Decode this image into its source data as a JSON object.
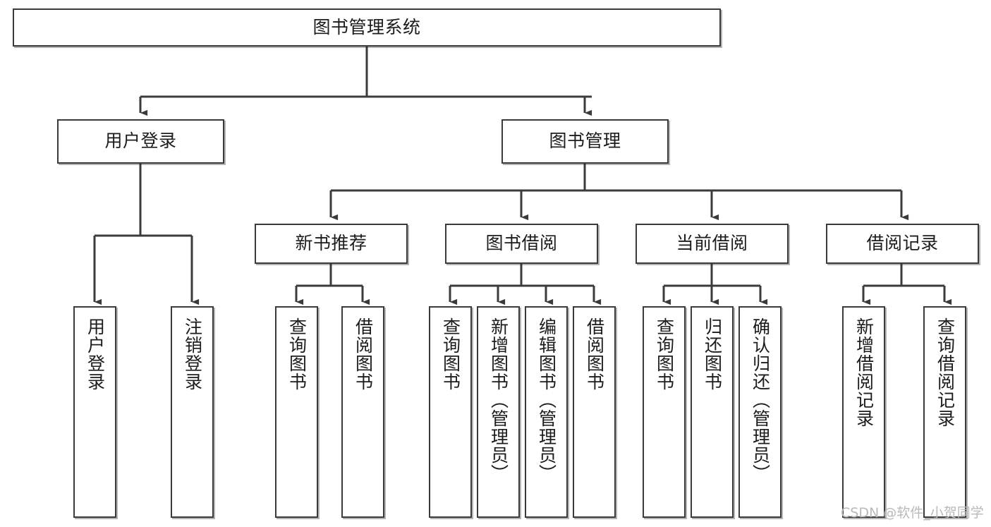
{
  "diagram": {
    "title": "图书管理系统",
    "type": "tree-hierarchy-chart",
    "watermark": "CSDN @软件_小贺同学",
    "colors": {
      "box_border": "#3b3b3b",
      "box_fill": "#ffffff",
      "connector": "#3b3b3b",
      "text": "#1c1c1c",
      "watermark": "#b9b9b9",
      "background": "#ffffff"
    },
    "levels": {
      "root": {
        "label": "图书管理系统"
      },
      "level2": [
        {
          "id": "user-login",
          "label": "用户登录"
        },
        {
          "id": "book-management",
          "label": "图书管理"
        }
      ],
      "level3": [
        {
          "id": "new-book-recommend",
          "label": "新书推荐",
          "parent": "book-management"
        },
        {
          "id": "book-borrow",
          "label": "图书借阅",
          "parent": "book-management"
        },
        {
          "id": "current-borrow",
          "label": "当前借阅",
          "parent": "book-management"
        },
        {
          "id": "borrow-record",
          "label": "借阅记录",
          "parent": "book-management"
        }
      ],
      "leaves": [
        {
          "id": "leaf-user-login",
          "label": "用户登录",
          "parent": "user-login"
        },
        {
          "id": "leaf-logout-login",
          "label": "注销登录",
          "parent": "user-login"
        },
        {
          "id": "leaf-query-book-1",
          "label": "查询图书",
          "parent": "new-book-recommend"
        },
        {
          "id": "leaf-borrow-book-1",
          "label": "借阅图书",
          "parent": "new-book-recommend"
        },
        {
          "id": "leaf-query-book-2",
          "label": "查询图书",
          "parent": "book-borrow"
        },
        {
          "id": "leaf-add-book",
          "label": "新增图书（管理员）",
          "parent": "book-borrow"
        },
        {
          "id": "leaf-edit-book",
          "label": "编辑图书（管理员）",
          "parent": "book-borrow"
        },
        {
          "id": "leaf-borrow-book-2",
          "label": "借阅图书",
          "parent": "book-borrow"
        },
        {
          "id": "leaf-query-book-3",
          "label": "查询图书",
          "parent": "current-borrow"
        },
        {
          "id": "leaf-return-book",
          "label": "归还图书",
          "parent": "current-borrow"
        },
        {
          "id": "leaf-confirm-return",
          "label": "确认归还（管理员）",
          "parent": "current-borrow"
        },
        {
          "id": "leaf-add-record",
          "label": "新增借阅记录",
          "parent": "borrow-record"
        },
        {
          "id": "leaf-query-record",
          "label": "查询借阅记录",
          "parent": "borrow-record"
        }
      ]
    }
  }
}
